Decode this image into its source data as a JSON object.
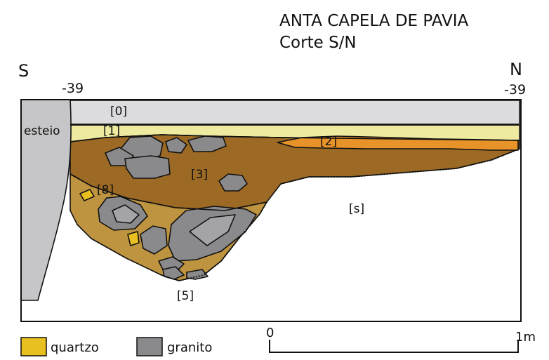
{
  "title": "ANTA CAPELA DE PAVIA",
  "subtitle": "Corte S/N",
  "orientation": {
    "left": "S",
    "right": "N"
  },
  "elevation": {
    "left": "-39",
    "right": "-39"
  },
  "labels": {
    "esteio": "esteio",
    "layer_0": "[0]",
    "layer_1": "[1]",
    "layer_2": "[2]",
    "layer_3": "[3]",
    "layer_8": "[8]",
    "layer_5": "[5]",
    "layer_s": "[s]"
  },
  "legend": {
    "items": [
      {
        "label": "quartzo",
        "color": "#e8c020"
      },
      {
        "label": "granito",
        "color": "#8a8a8c"
      }
    ]
  },
  "scale": {
    "start": "0",
    "end": "1m"
  },
  "colors": {
    "layer_0": "#dcdcdf",
    "layer_1": "#eeeaa0",
    "layer_2": "#e8922a",
    "layer_3": "#9c6a24",
    "layer_8": "#bf9440",
    "esteio": "#c6c6c8",
    "stone": "#8a8a8c",
    "stone_light": "#a4a4a6",
    "quartz": "#e8c020"
  }
}
